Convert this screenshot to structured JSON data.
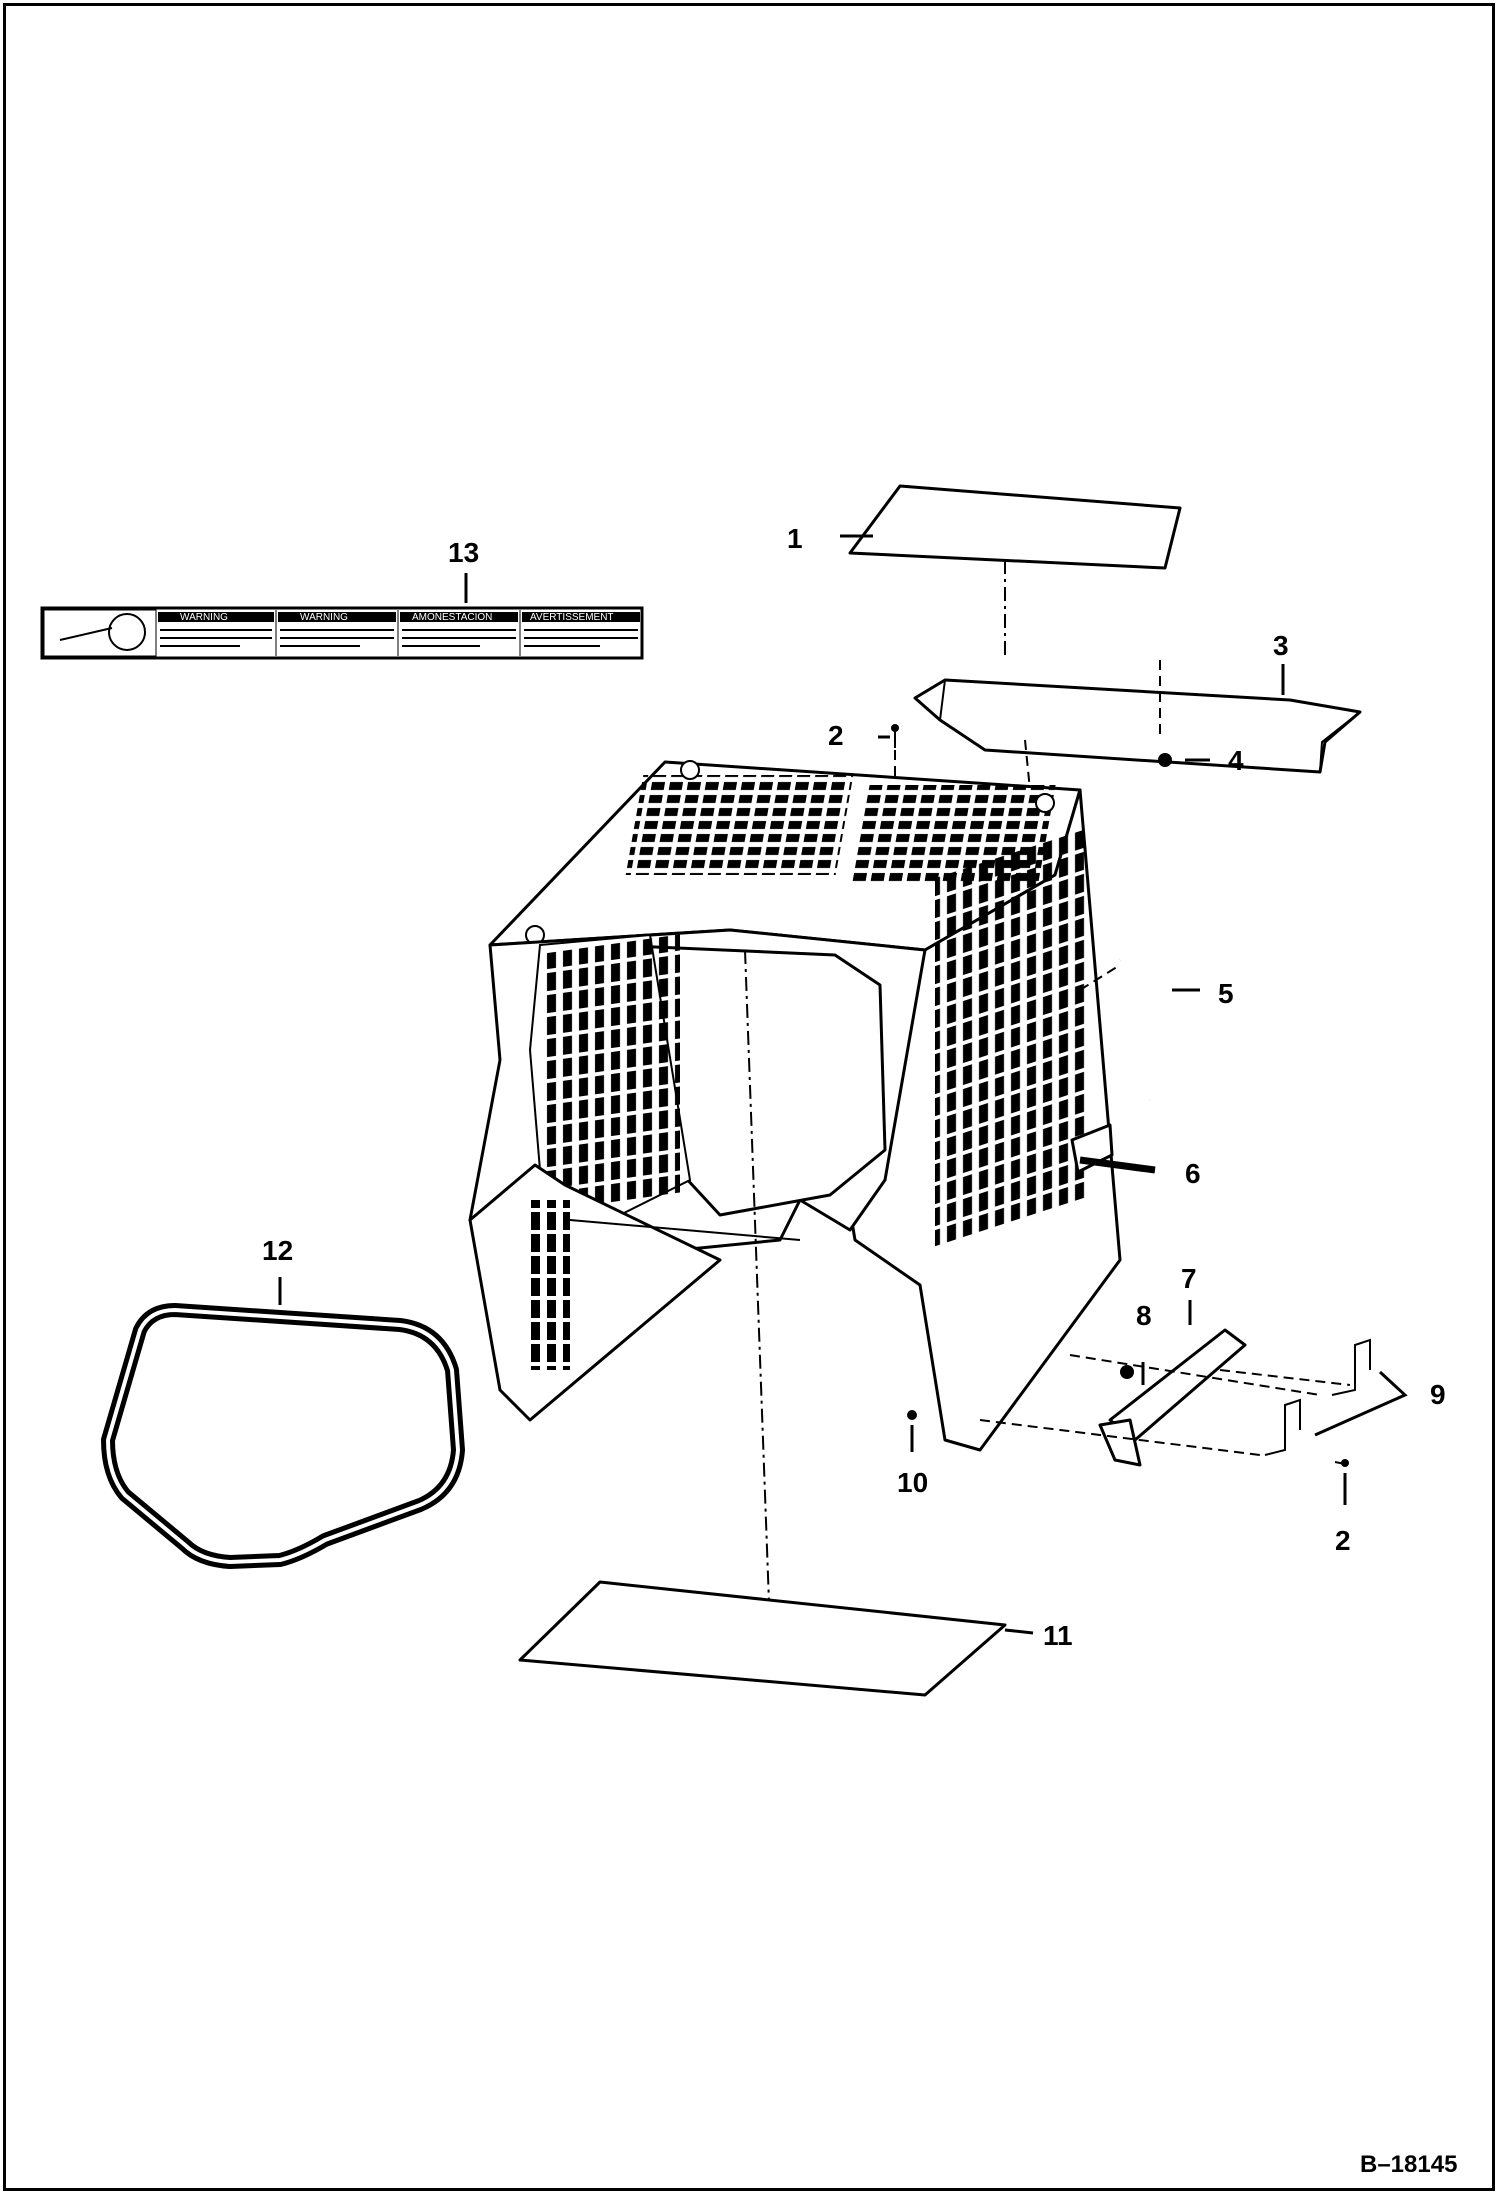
{
  "figure_number": "B–18145",
  "decal": {
    "panels": [
      "WARNING",
      "WARNING",
      "AMONESTACION",
      "AVERTISSEMENT"
    ]
  },
  "callouts": [
    {
      "id": "c1",
      "label": "1"
    },
    {
      "id": "c2a",
      "label": "2"
    },
    {
      "id": "c3",
      "label": "3"
    },
    {
      "id": "c4",
      "label": "4"
    },
    {
      "id": "c5",
      "label": "5"
    },
    {
      "id": "c6",
      "label": "6"
    },
    {
      "id": "c7",
      "label": "7"
    },
    {
      "id": "c8",
      "label": "8"
    },
    {
      "id": "c9",
      "label": "9"
    },
    {
      "id": "c10",
      "label": "10"
    },
    {
      "id": "c2b",
      "label": "2"
    },
    {
      "id": "c11",
      "label": "11"
    },
    {
      "id": "c12",
      "label": "12"
    },
    {
      "id": "c13",
      "label": "13"
    }
  ]
}
